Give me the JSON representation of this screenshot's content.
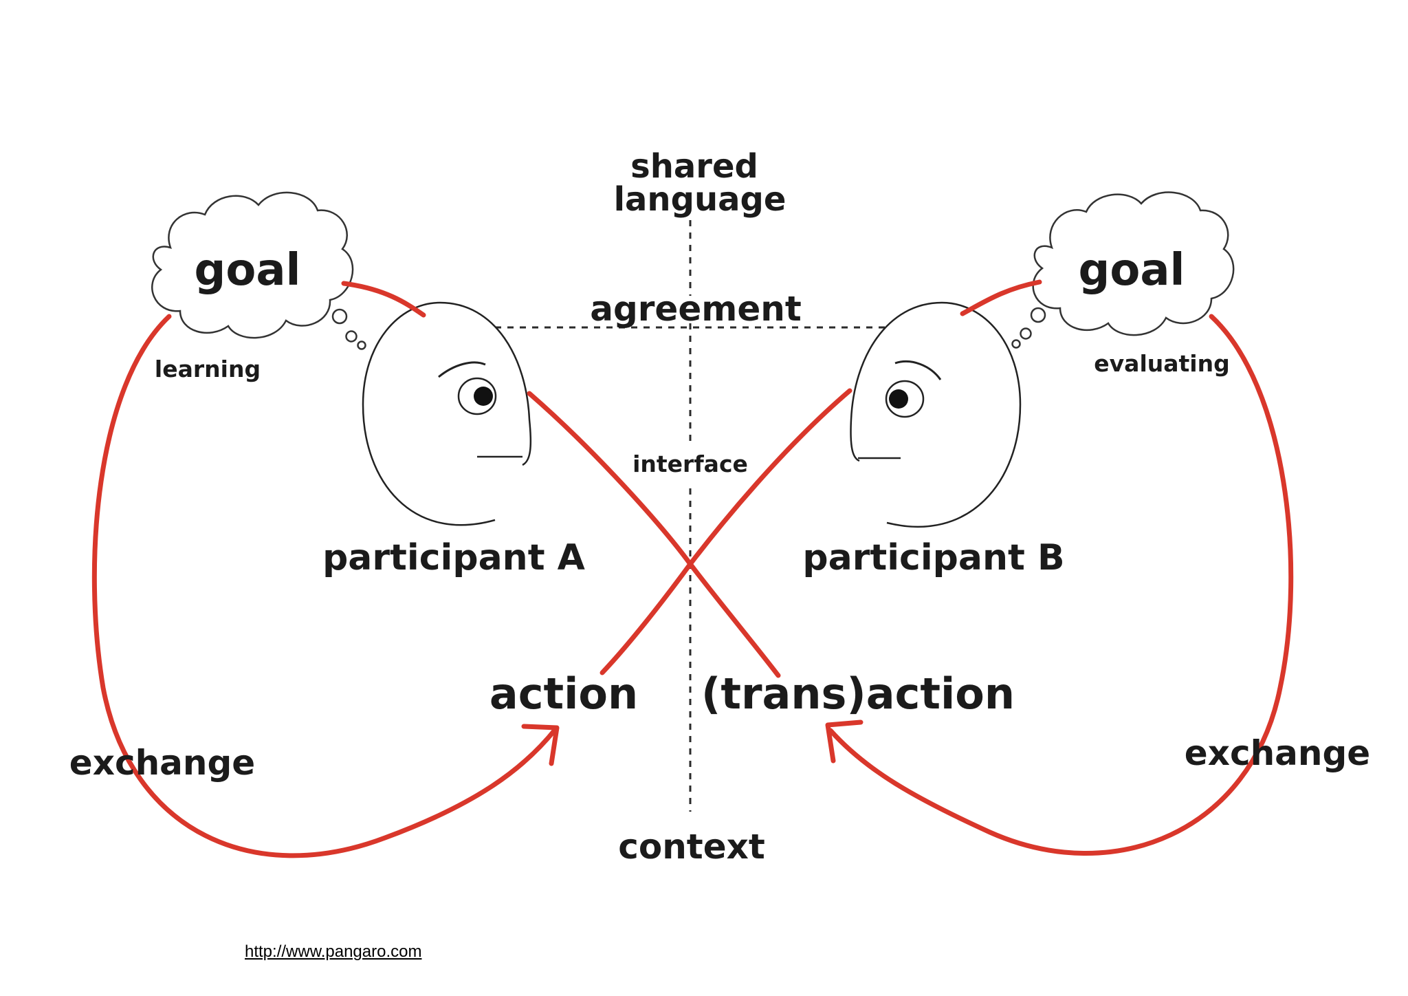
{
  "colors": {
    "loop": "#d9372b",
    "ink": "#1b1b1b",
    "line": "#2a2a2a",
    "background": "#ffffff"
  },
  "labels": {
    "shared_language_1": "shared",
    "shared_language_2": "language",
    "goal_a": "goal",
    "goal_b": "goal",
    "agreement": "agreement",
    "learning": "learning",
    "evaluating": "evaluating",
    "interface": "interface",
    "participant_a": "participant A",
    "participant_b": "participant B",
    "action": "action",
    "transaction": "(trans)action",
    "exchange_left": "exchange",
    "exchange_right": "exchange",
    "context": "context"
  },
  "footer": {
    "url": "http://www.pangaro.com"
  },
  "icons": [
    "thought-cloud-icon",
    "face-profile-icon",
    "arrowhead-icon"
  ]
}
